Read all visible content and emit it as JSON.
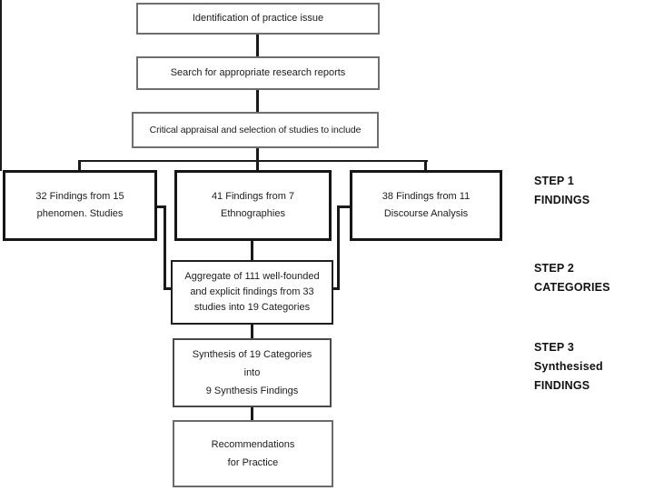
{
  "diagram": {
    "title_hint": "Meta-synthesis flowchart",
    "colors": {
      "background": "#ffffff",
      "line": "#1a1a1a",
      "box_border_dark": "#161616",
      "box_border_gray": "#6e6e6e",
      "text": "#1c1c1c"
    },
    "flow_boxes": {
      "identification": {
        "lines": [
          "Identification of practice issue"
        ]
      },
      "search": {
        "lines": [
          "Search for appropriate research reports"
        ]
      },
      "appraisal": {
        "lines": [
          "Critical appraisal and selection of studies to include"
        ]
      },
      "phenomenological": {
        "lines": [
          "32 Findings from 15",
          "phenomen. Studies"
        ]
      },
      "ethnographies": {
        "lines": [
          "41 Findings from 7",
          "Ethnographies"
        ]
      },
      "discourse": {
        "lines": [
          "38 Findings from 11",
          "Discourse Analysis"
        ]
      },
      "aggregate": {
        "lines": [
          "Aggregate of 111 well-founded",
          "and explicit findings from 33",
          "studies into 19 Categories"
        ]
      },
      "synthesis": {
        "lines": [
          "Synthesis of 19 Categories",
          "into",
          "9 Synthesis Findings"
        ]
      },
      "recommendations": {
        "lines": [
          "Recommendations",
          "for Practice"
        ]
      }
    },
    "step_labels": {
      "step1": {
        "lines": [
          "STEP 1",
          "FINDINGS"
        ]
      },
      "step2": {
        "lines": [
          "STEP 2",
          "CATEGORIES"
        ]
      },
      "step3": {
        "lines": [
          "STEP 3",
          "Synthesised",
          "FINDINGS"
        ]
      }
    }
  }
}
